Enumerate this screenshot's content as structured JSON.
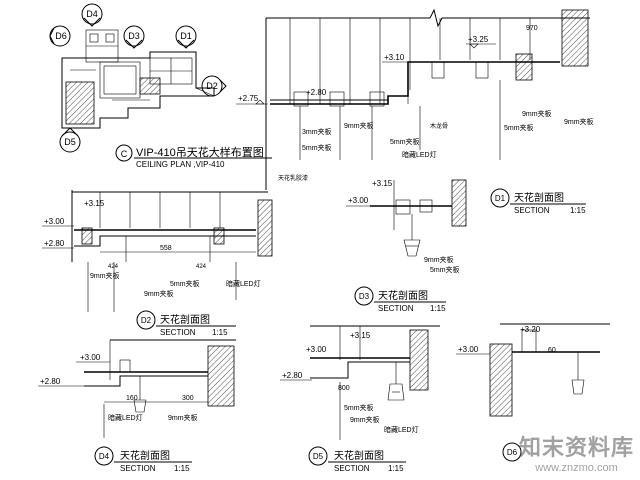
{
  "watermark": {
    "brand": "知末资料库",
    "url": "www.znzmo.com"
  },
  "plan": {
    "title": "VIP-410吊天花大样布置图",
    "subtitle": "CEILING PLAN ,VIP-410",
    "callouts": [
      "D4",
      "D6",
      "D3",
      "D1",
      "D2",
      "D5"
    ],
    "marker": "C"
  },
  "sections": {
    "d1": {
      "id": "D1",
      "title": "天花剖面图",
      "label": "SECTION",
      "scale": "1:15"
    },
    "d2": {
      "id": "D2",
      "title": "天花剖面图",
      "label": "SECTION",
      "scale": "1:15"
    },
    "d3": {
      "id": "D3",
      "title": "天花剖面图",
      "label": "SECTION",
      "scale": "1:15"
    },
    "d4": {
      "id": "D4",
      "title": "天花剖面图",
      "label": "SECTION",
      "scale": "1:15"
    },
    "d5": {
      "id": "D5",
      "title": "天花剖面图",
      "label": "SECTION",
      "scale": "1:15"
    },
    "d6": {
      "id": "D6"
    }
  },
  "levels": {
    "top_main": "+3.25",
    "top_mid": "+3.10",
    "top_left": "+2.75",
    "top_left2": "+2.80",
    "d1_a": "+3.15",
    "d1_b": "+3.00",
    "d2_a": "+3.15",
    "d2_b": "+3.00",
    "d2_c": "+2.80",
    "d4_a": "+3.00",
    "d4_b": "+2.80",
    "d5_a": "+3.15",
    "d5_b": "+3.00",
    "d5_c": "+2.80",
    "d6_a": "+3.20",
    "d6_b": "+3.00"
  },
  "notes": {
    "board9": "9mm夹板",
    "board5": "5mm夹板",
    "led": "暗藏LED灯",
    "board3": "3mm夹板",
    "wood": "木龙骨",
    "paint": "天花乳胶漆"
  },
  "dims": {
    "top_a": "970",
    "d2_width": "558",
    "d2_a": "424",
    "d2_b": "424",
    "d4_a": "160",
    "d4_b": "300",
    "d5_a": "800",
    "d6_a": "60"
  }
}
